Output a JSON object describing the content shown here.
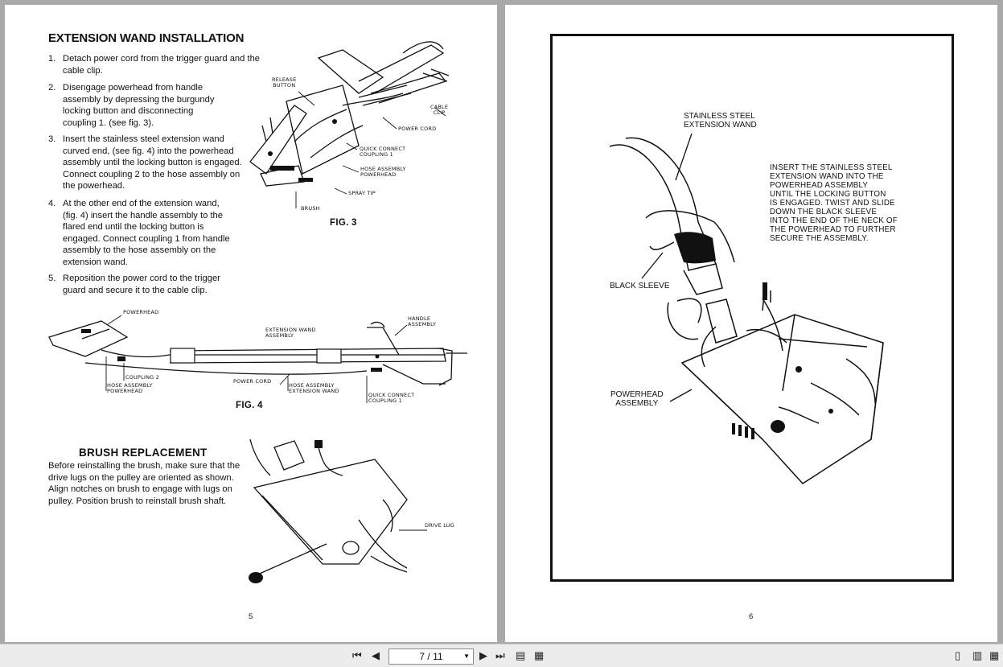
{
  "left_page": {
    "title": "EXTENSION WAND INSTALLATION",
    "steps": [
      {
        "num": "1.",
        "text": "Detach power cord from the trigger guard and the cable clip."
      },
      {
        "num": "2.",
        "text": "Disengage powerhead from handle assembly by depressing the burgundy locking button and disconnecting coupling 1. (see fig. 3)."
      },
      {
        "num": "3.",
        "text": "Insert the stainless steel extension wand curved end, (see fig. 4) into the powerhead assembly until the locking button is engaged. Connect coupling 2 to the hose assembly on the powerhead."
      },
      {
        "num": "4.",
        "text": "At the other end of the extension wand, (fig. 4) insert the handle assembly to the flared end until the locking button is engaged. Connect coupling 1 from handle assembly to the hose assembly on the extension wand."
      },
      {
        "num": "5.",
        "text": "Reposition the power cord to the trigger guard and secure it to the cable clip."
      }
    ],
    "fig3": {
      "caption": "FIG. 3",
      "labels": {
        "release_button": "RELEASE\nBUTTON",
        "cable_clip": "CABLE\nCLIP",
        "power_cord": "POWER CORD",
        "quick_connect": "QUICK CONNECT\nCOUPLING 1",
        "hose_assembly": "HOSE ASSEMBLY\nPOWERHEAD",
        "spray_tip": "SPRAY TIP",
        "brush": "BRUSH"
      }
    },
    "fig4": {
      "caption": "FIG. 4",
      "labels": {
        "powerhead": "POWERHEAD",
        "extension_wand": "EXTENSION WAND\nASSEMBLY",
        "handle_assembly": "HANDLE\nASSEMBLY",
        "coupling2": "COUPLING 2",
        "hose_powerhead": "HOSE ASSEMBLY\nPOWERHEAD",
        "power_cord": "POWER CORD",
        "hose_extension": "HOSE ASSEMBLY\nEXTENSION WAND",
        "quick_connect": "QUICK CONNECT\nCOUPLING 1"
      }
    },
    "brush_section": {
      "title": "BRUSH REPLACEMENT",
      "text": "Before reinstalling the brush, make sure that the drive lugs on the pulley are oriented as shown. Align notches on brush to engage with lugs on pulley. Position brush to reinstall brush shaft.",
      "drive_lug": "DRIVE LUG"
    },
    "page_number": "5"
  },
  "right_page": {
    "labels": {
      "stainless": "STAINLESS STEEL\nEXTENSION WAND",
      "instruction": "INSERT THE STAINLESS STEEL\nEXTENSION WAND INTO THE\nPOWERHEAD ASSEMBLY\nUNTIL THE LOCKING BUTTON\nIS ENGAGED. TWIST AND SLIDE\nDOWN THE BLACK SLEEVE\nINTO THE END OF THE NECK OF\nTHE POWERHEAD TO FURTHER\nSECURE THE ASSEMBLY.",
      "black_sleeve": "BLACK SLEEVE",
      "powerhead": "POWERHEAD\nASSEMBLY"
    },
    "page_number": "6"
  },
  "toolbar": {
    "page_indicator": "7 / 11",
    "icons": [
      "first-page-icon",
      "prev-page-icon",
      "next-page-icon",
      "last-page-icon",
      "single-page-view-icon",
      "two-page-view-icon"
    ]
  }
}
